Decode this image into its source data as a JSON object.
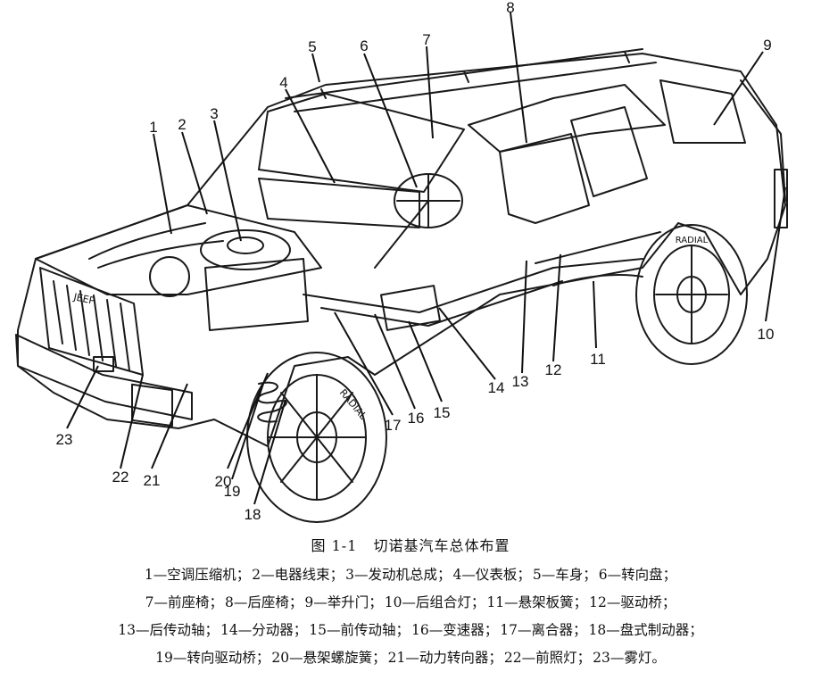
{
  "figure": {
    "number": "图 1-1",
    "title": "切诺基汽车总体布置"
  },
  "grille_text": "JEEP",
  "tire_text": "RADIAL",
  "callouts": [
    "1",
    "2",
    "3",
    "4",
    "5",
    "6",
    "7",
    "8",
    "9",
    "10",
    "11",
    "12",
    "13",
    "14",
    "15",
    "16",
    "17",
    "18",
    "19",
    "20",
    "21",
    "22",
    "23"
  ],
  "legend_lines": [
    [
      "1—空调压缩机；",
      "2—电器线束；",
      "3—发动机总成；",
      "4—仪表板；",
      "5—车身；",
      "6—转向盘；"
    ],
    [
      "7—前座椅；",
      "8—后座椅；",
      "9—举升门；",
      "10—后组合灯；",
      "11—悬架板簧；",
      "12—驱动桥；"
    ],
    [
      "13—后传动轴；",
      "14—分动器；",
      "15—前传动轴；",
      "16—变速器；",
      "17—离合器；",
      "18—盘式制动器；"
    ],
    [
      "19—转向驱动桥；",
      "20—悬架螺旋簧；",
      "21—动力转向器；",
      "22—前照灯；",
      "23—雾灯。"
    ]
  ]
}
